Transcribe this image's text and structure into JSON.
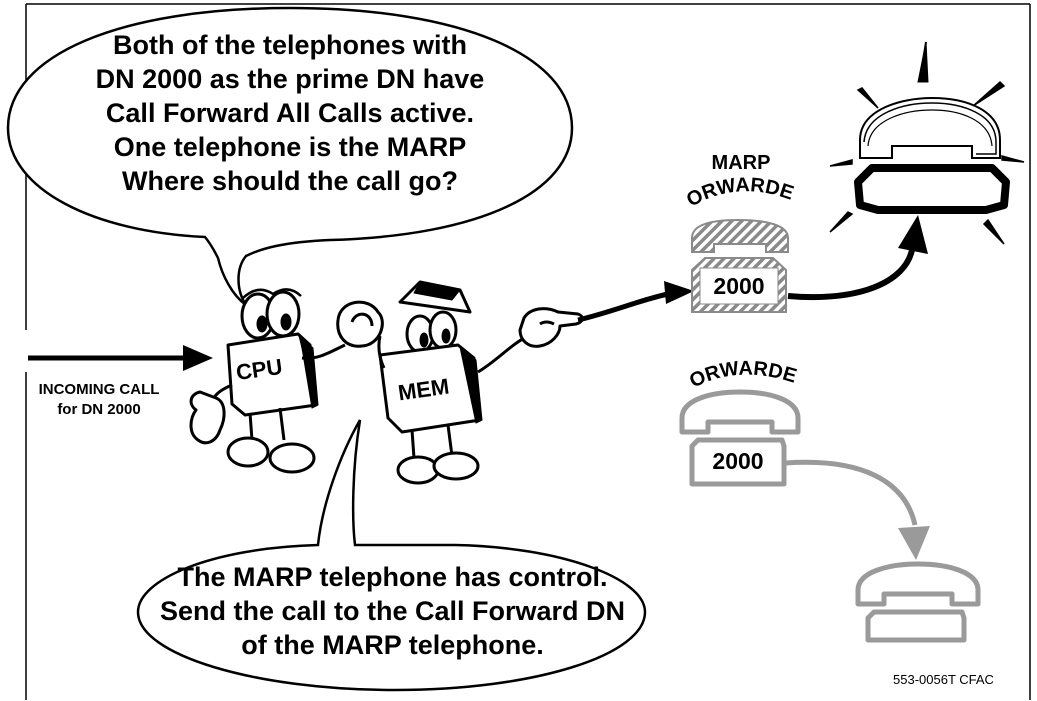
{
  "top_bubble": {
    "lines": [
      "Both of the telephones with",
      "DN 2000 as the prime DN have",
      "Call Forward All Calls active.",
      "One telephone is the MARP",
      "Where should the call go?"
    ]
  },
  "bottom_bubble": {
    "lines": [
      "The MARP telephone has control.",
      "Send the call to the Call Forward DN",
      "of the MARP telephone."
    ]
  },
  "incoming": {
    "line1": "INCOMING CALL",
    "line2": "for DN 2000"
  },
  "characters": {
    "cpu_label": "CPU",
    "mem_label": "MEM"
  },
  "marp_phone": {
    "label_top": "MARP",
    "label_curved": "FORWARDED",
    "dn": "2000"
  },
  "other_phone": {
    "label_curved": "FORWARDED",
    "dn": "2000"
  },
  "figure_id": "553-0056T CFAC",
  "colors": {
    "ink": "#000000",
    "grey": "#9a9a9a",
    "hatch": "#8a8a8a"
  },
  "icons": [
    "ringing-phone-icon",
    "phone-icon",
    "cpu-character",
    "mem-character",
    "pointing-hand-icon"
  ]
}
